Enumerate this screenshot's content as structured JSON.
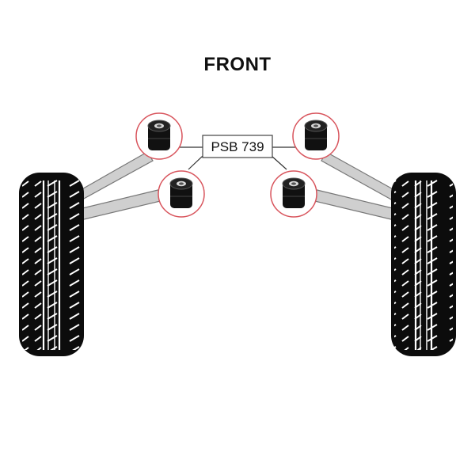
{
  "diagram": {
    "title": "FRONT",
    "part_label": "PSB 739",
    "bushing_count": 4,
    "colors": {
      "bushing_ring": "#d8545c",
      "bushing_body": "#111111",
      "arm": "#cfcfcf",
      "tyre": "#0c0c0c",
      "tread": "#ffffff"
    },
    "icons": {
      "wheels": "tyre-icon",
      "bushings": "bushing-icon"
    }
  }
}
